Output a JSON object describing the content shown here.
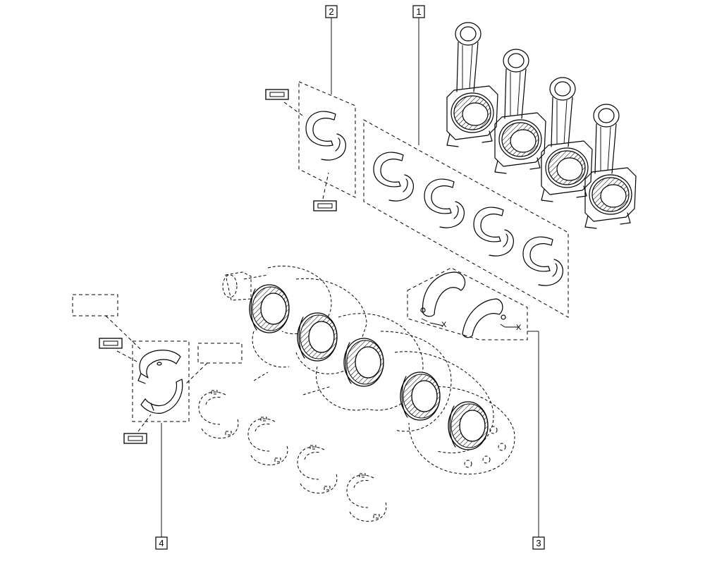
{
  "callouts": {
    "c1": "1",
    "c2": "2",
    "c3": "3",
    "c4": "4"
  },
  "dimension_labels": {
    "x1": "X",
    "x2": "X"
  }
}
